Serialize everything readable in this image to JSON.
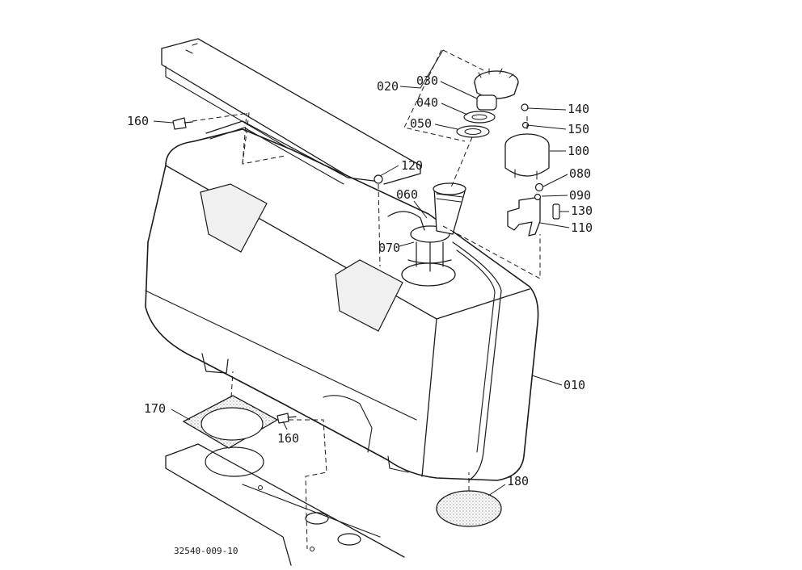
{
  "drawing_code": "32540-009-10",
  "part_labels": {
    "p010": "010",
    "p020": "020",
    "p030": "030",
    "p040": "040",
    "p050": "050",
    "p060": "060",
    "p070": "070",
    "p080": "080",
    "p090": "090",
    "p100": "100",
    "p110": "110",
    "p120": "120",
    "p130": "130",
    "p140": "140",
    "p150": "150",
    "p160a": "160",
    "p160b": "160",
    "p170": "170",
    "p180": "180"
  }
}
